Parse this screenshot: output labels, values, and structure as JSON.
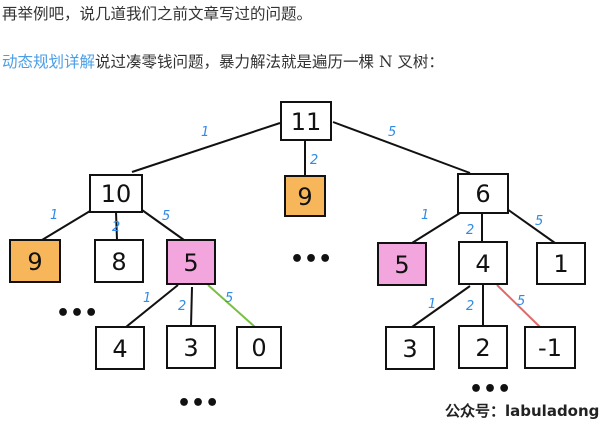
{
  "text": {
    "line1": "再举例吧，说几道我们之前文章写过的问题。",
    "line2_link": "动态规划详解",
    "line2_rest": "说过凑零钱问题，暴力解法就是遍历一棵 N 叉树："
  },
  "tree": {
    "nodes": {
      "root": "11",
      "l": "10",
      "m": "9",
      "r": "6",
      "ll": "9",
      "lm": "8",
      "lr": "5",
      "rl": "5",
      "rm": "4",
      "rr": "1",
      "lrl": "4",
      "lrm": "3",
      "lrr": "0",
      "rml": "3",
      "rmm": "2",
      "rmr": "-1"
    },
    "edges": {
      "root_l": "1",
      "root_m": "2",
      "root_r": "5",
      "l_ll": "1",
      "l_lm": "2",
      "l_lr": "5",
      "r_rl": "1",
      "r_rm": "2",
      "r_rr": "5",
      "lr_lrl": "1",
      "lr_lrm": "2",
      "lr_lrr": "5",
      "rm_rml": "1",
      "rm_rmm": "2",
      "rm_rmr": "5"
    },
    "ellipsis": "•••"
  },
  "colors": {
    "orange": "#f8b65a",
    "pink": "#f3a6de",
    "link": "#4a9ee8",
    "edge_label": "#2f8be6",
    "green_edge": "#79c043",
    "red_edge": "#e06a6a"
  },
  "watermark": "公众号：labuladong"
}
